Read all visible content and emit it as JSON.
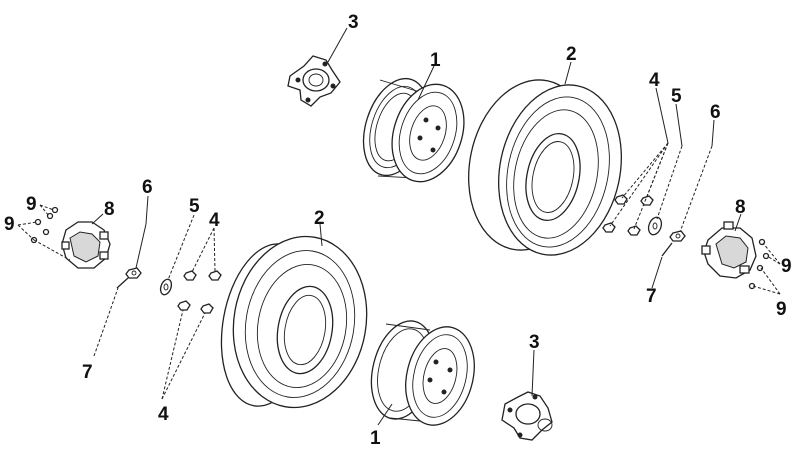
{
  "diagram": {
    "callouts": {
      "rim_upper": "1",
      "rim_lower": "1",
      "tire_upper": "2",
      "tire_lower": "2",
      "hub_upper": "3",
      "hub_lower": "3",
      "nut_right": "4",
      "nut_left_top": "4",
      "nut_left_bottom": "4",
      "washer_right": "5",
      "washer_left": "5",
      "castle_nut_right": "6",
      "castle_nut_left": "6",
      "cover_left": "8",
      "cover_right": "8",
      "pin_right": "7",
      "pin_left": "7",
      "screw_left_top": "9",
      "screw_left_side": "9",
      "screw_right_top": "9",
      "screw_right_bottom": "9"
    },
    "colors": {
      "line": "#222222",
      "background": "#ffffff",
      "text": "#111111"
    }
  }
}
